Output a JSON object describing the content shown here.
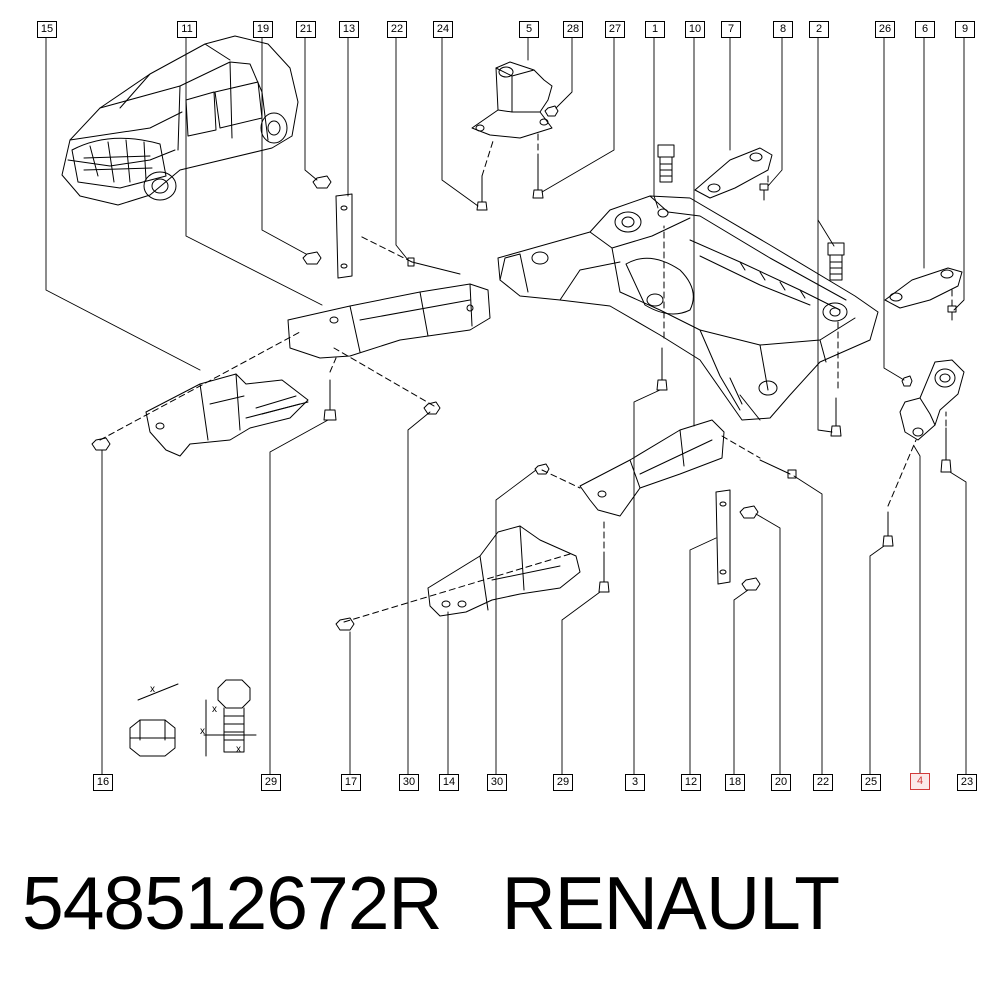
{
  "caption": {
    "part_number": "548512672R",
    "brand": "RENAULT"
  },
  "highlight_color": "#d23a3a",
  "top_labels": [
    "15",
    "11",
    "19",
    "21",
    "13",
    "22",
    "24",
    "5",
    "28",
    "27",
    "1",
    "10",
    "7",
    "8",
    "2",
    "26",
    "6",
    "9"
  ],
  "bottom_labels": [
    "16",
    "29",
    "17",
    "30",
    "14",
    "30",
    "29",
    "3",
    "12",
    "18",
    "20",
    "22",
    "25",
    "4",
    "23"
  ],
  "highlighted_label": "4",
  "hardware_dimension_marks": [
    "x",
    "x",
    "x",
    "x"
  ]
}
